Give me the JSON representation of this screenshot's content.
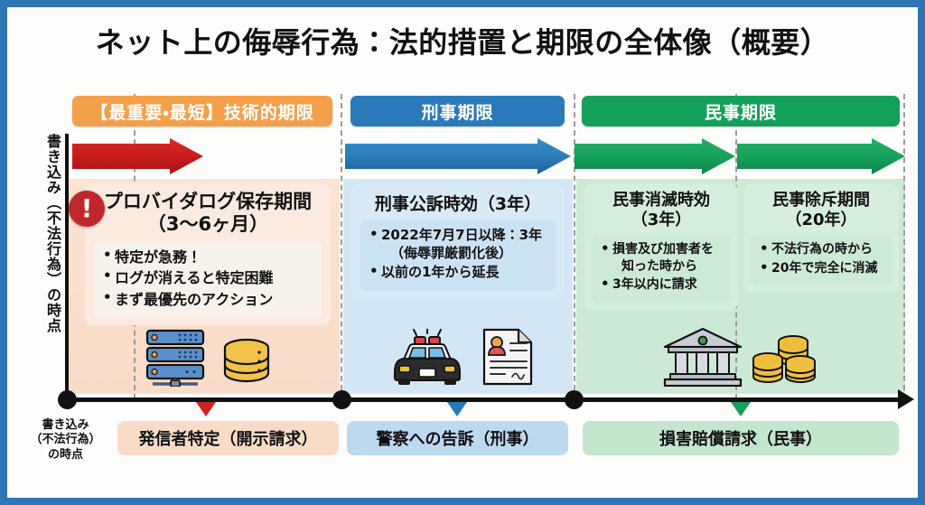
{
  "theme": {
    "frame_border": "#2E75B6",
    "background": "#FDFDFB",
    "tech_accent": "#F4A04A",
    "criminal_accent": "#2A7AB9",
    "civil_accent": "#15A05A",
    "alert_red": "#C0272D"
  },
  "header": {
    "title": "ネット上の侮辱行為：法的措置と期限の全体像（概要）"
  },
  "axis": {
    "vertical_label": "書き込み（不法行為）の時点",
    "origin_label": "書き込み\n（不法行為）\nの時点",
    "origin_label_lines": [
      "書き込み",
      "（不法行為）",
      "の時点"
    ]
  },
  "tracks": [
    {
      "id": "technical",
      "header": "【最重要・最短】技術的期限",
      "header_color": "#F4A04A",
      "arrow_color": "#CF2222",
      "alert_icon": "exclamation-icon",
      "alert_glyph": "!",
      "cards": [
        {
          "title": "プロバイダログ保存期間\n（3〜6ヶ月）",
          "title_lines": [
            "プロバイダログ保存期間",
            "（3〜6ヶ月）"
          ],
          "bullets": [
            {
              "text": "特定が急務！",
              "sub": ""
            },
            {
              "text": "ログが消えると特定困難",
              "sub": ""
            },
            {
              "text": "まず最優先のアクション",
              "sub": ""
            }
          ]
        }
      ],
      "icons": [
        "server-rack-icon",
        "database-icon"
      ],
      "action_label": "発信者特定（開示請求）"
    },
    {
      "id": "criminal",
      "header": "刑事期限",
      "header_color": "#2A7AB9",
      "arrow_color": "#2A7AB9",
      "cards": [
        {
          "title": "刑事公訴時効（3年）",
          "title_lines": [
            "刑事公訴時効（3年）"
          ],
          "bullets": [
            {
              "text": "2022年7月7日以降：3年",
              "sub": "（侮辱罪厳罰化後）"
            },
            {
              "text": "以前の1年から延長",
              "sub": ""
            }
          ]
        }
      ],
      "icons": [
        "police-car-icon",
        "criminal-record-document-icon"
      ],
      "action_label": "警察への告訴（刑事）"
    },
    {
      "id": "civil",
      "header": "民事期限",
      "header_color": "#15A05A",
      "arrow_color": "#15A05A",
      "cards": [
        {
          "title": "民事消滅時効\n（3年）",
          "title_lines": [
            "民事消滅時効",
            "（3年）"
          ],
          "bullets": [
            {
              "text": "損害及び加害者を",
              "sub": "知った時から"
            },
            {
              "text": "3年以内に請求",
              "sub": ""
            }
          ]
        },
        {
          "title": "民事除斥期間\n（20年）",
          "title_lines": [
            "民事除斥期間",
            "（20年）"
          ],
          "bullets": [
            {
              "text": "不法行為の時から",
              "sub": ""
            },
            {
              "text": "20年で完全に消滅",
              "sub": ""
            }
          ]
        }
      ],
      "icons": [
        "courthouse-icon",
        "coin-stack-icon"
      ],
      "action_label": "損害賠償請求（民事）"
    }
  ]
}
